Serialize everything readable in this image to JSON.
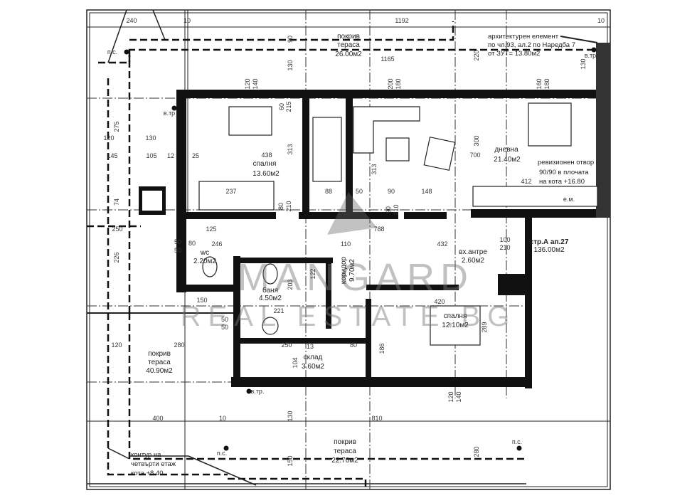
{
  "plan": {
    "unit_label": "стр.А ап.27",
    "unit_area": "136.00м2",
    "rooms": {
      "bedroom1": {
        "name": "спалня",
        "area": "13.60м2"
      },
      "living": {
        "name": "дневна",
        "area": "21.40м2"
      },
      "wc": {
        "name": "wc",
        "area": "2.20м2"
      },
      "bath": {
        "name": "баня",
        "area": "4.50м2"
      },
      "corridor": {
        "name": "коридор",
        "area": "9.70м2"
      },
      "entrance": {
        "name": "вх.антре",
        "area": "2.60м2"
      },
      "bedroom2": {
        "name": "спалня",
        "area": "12.10м2"
      },
      "storage": {
        "name": "склад",
        "area": "3.60м2"
      }
    },
    "terraces": {
      "top": {
        "name": "покрив",
        "name2": "тераса",
        "area": "26.00м2"
      },
      "left": {
        "name": "покрив",
        "name2": "тераса",
        "area": "40.90м2"
      },
      "bottom": {
        "name": "покрив",
        "name2": "тераса",
        "area": "22.70м2"
      }
    },
    "notes": {
      "arch": [
        "архитектурен елемент",
        "по чл.93, ал.2 по Наредба 7",
        "от ЗУТ= 13.80м2"
      ],
      "revision": [
        "ревизионен отвор",
        "90/90 в плочата",
        "на кота +16.80"
      ],
      "contour": [
        "контур на",
        "четвърти етаж",
        "кота +8.40"
      ],
      "ps": "п.с.",
      "vtr": "в.тр",
      "vtr2": "в.тр.",
      "em": "е.м."
    },
    "dimensions": {
      "d240": "240",
      "d10": "10",
      "d1192": "1192",
      "d1165": "1165",
      "d90": "90",
      "d220": "220",
      "d130": "130",
      "d120": "120",
      "d140": "140",
      "d12": "12",
      "d200": "200",
      "d180": "180",
      "d160": "160",
      "d215": "215",
      "d60": "60",
      "d275": "275",
      "d145": "145",
      "d105": "105",
      "d25": "25",
      "d438": "438",
      "d313": "313",
      "d300": "300",
      "d700": "700",
      "d237": "237",
      "d80": "80",
      "d210": "210",
      "d88": "88",
      "d50": "50",
      "d148": "148",
      "d412": "412",
      "d74": "74",
      "d250": "250",
      "d125": "125",
      "d788": "788",
      "d246": "246",
      "d110": "110",
      "d432": "432",
      "d100": "100",
      "d226": "226",
      "d150": "150",
      "d203": "203",
      "d122": "122",
      "d221": "221",
      "d420": "420",
      "d289": "289",
      "d280": "280",
      "d104": "104",
      "d186": "186",
      "d13": "13",
      "d400": "400",
      "d810": "810"
    },
    "watermark": [
      "MANGARD",
      "REAL ESTATE.BG"
    ]
  }
}
